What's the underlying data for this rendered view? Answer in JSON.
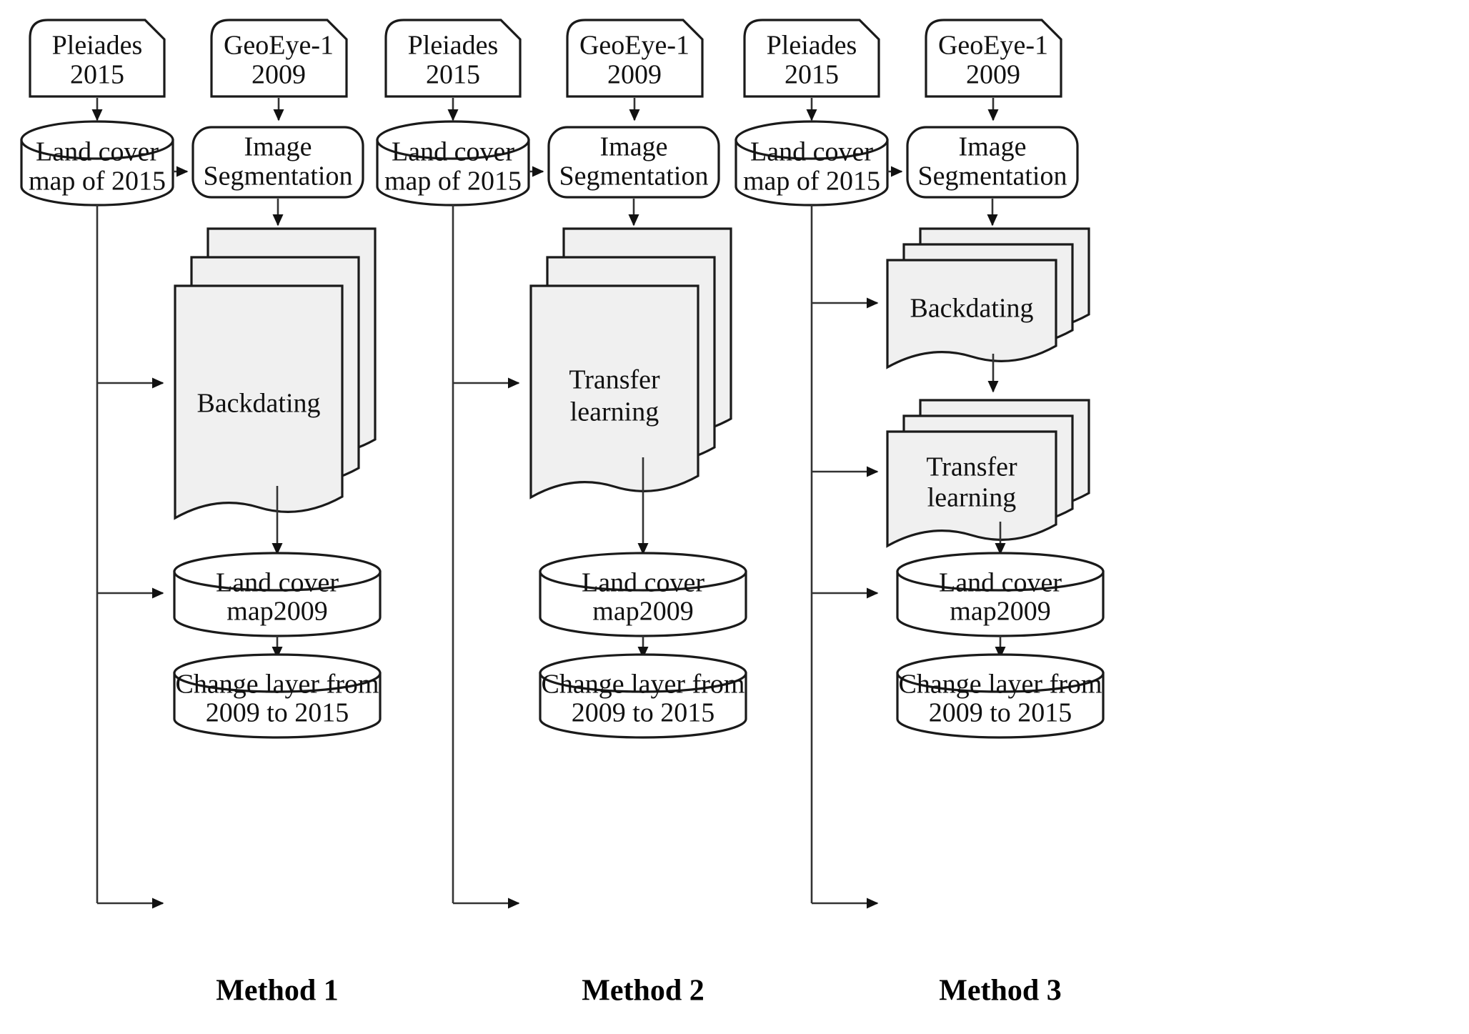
{
  "figure": {
    "type": "flowchart",
    "description": "Three parallel methodology workflows for land cover change detection",
    "columns": [
      {
        "id": "method-1",
        "method_label": "Method 1",
        "nodes": {
          "source_left": "Pleiades\n2015",
          "source_left_line1": "Pleiades",
          "source_left_line2": "2015",
          "source_right_line1": "GeoEye-1",
          "source_right_line2": "2009",
          "db_top_line1": "Land cover",
          "db_top_line2": "map of 2015",
          "process_line1": "Image",
          "process_line2": "Segmentation",
          "stack_line1": "Backdating",
          "stack_line2": "",
          "db_mid_line1": "Land cover",
          "db_mid_line2": "map2009",
          "db_bottom_line1": "Change layer from",
          "db_bottom_line2": "2009 to 2015"
        }
      },
      {
        "id": "method-2",
        "method_label": "Method 2",
        "nodes": {
          "source_left_line1": "Pleiades",
          "source_left_line2": "2015",
          "source_right_line1": "GeoEye-1",
          "source_right_line2": "2009",
          "db_top_line1": "Land cover",
          "db_top_line2": "map of 2015",
          "process_line1": "Image",
          "process_line2": "Segmentation",
          "stack_line1": "Transfer",
          "stack_line2": "learning",
          "db_mid_line1": "Land cover",
          "db_mid_line2": "map2009",
          "db_bottom_line1": "Change layer from",
          "db_bottom_line2": "2009 to 2015"
        }
      },
      {
        "id": "method-3",
        "method_label": "Method 3",
        "nodes": {
          "source_left_line1": "Pleiades",
          "source_left_line2": "2015",
          "source_right_line1": "GeoEye-1",
          "source_right_line2": "2009",
          "db_top_line1": "Land cover",
          "db_top_line2": "map of 2015",
          "process_line1": "Image",
          "process_line2": "Segmentation",
          "stack_a_line1": "Backdating",
          "stack_b_line1": "Transfer",
          "stack_b_line2": "learning",
          "db_mid_line1": "Land cover",
          "db_mid_line2": "map2009",
          "db_bottom_line1": "Change layer from",
          "db_bottom_line2": "2009 to 2015"
        }
      }
    ]
  },
  "colors": {
    "stroke": "#1a1a1a",
    "connector": "#333333",
    "document_fill": "#f0f0f0",
    "node_fill": "#ffffff",
    "background": "#ffffff",
    "text": "#111111"
  }
}
